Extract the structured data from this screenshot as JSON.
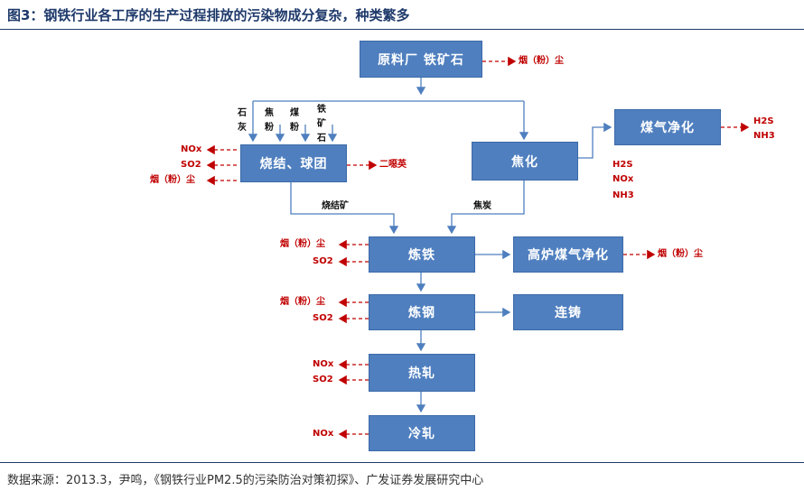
{
  "title": "图3：钢铁行业各工序的生产过程排放的污染物成分复杂，种类繁多",
  "source": "数据来源：2013.3，尹鸣，《钢铁行业PM2.5的污染防治对策初探》、广发证券发展研究中心",
  "nodes": {
    "raw_yard": "原料厂 铁矿石",
    "sintering": "烧结、球团",
    "coking": "焦化",
    "gas_purify": "煤气净化",
    "ironmaking": "炼铁",
    "bf_gas_purify": "高炉煤气净化",
    "steelmaking": "炼钢",
    "casting": "连铸",
    "hot_rolling": "热轧",
    "cold_rolling": "冷轧"
  },
  "inputs": {
    "limestone": "石灰",
    "coke_powder": "焦粉",
    "coal_powder": "煤粉",
    "iron_ore": "铁矿石"
  },
  "flow_labels": {
    "sinter_ore": "烧结矿",
    "coke": "焦炭"
  },
  "emissions": {
    "raw_yard": [
      "烟（粉）尘"
    ],
    "sintering_left": [
      "NOx",
      "SO2",
      "烟（粉）尘"
    ],
    "sintering_right": [
      "二噁英"
    ],
    "gas_purify": [
      "H2S",
      "NH3"
    ],
    "coking": [
      "H2S",
      "NOx",
      "NH3"
    ],
    "ironmaking": [
      "烟（粉）尘",
      "SO2"
    ],
    "bf_gas_purify": [
      "烟（粉）尘"
    ],
    "steelmaking": [
      "烟（粉）尘",
      "SO2"
    ],
    "hot_rolling": [
      "NOx",
      "SO2"
    ],
    "cold_rolling": [
      "NOx"
    ]
  },
  "colors": {
    "box": "#4f7fbf",
    "emission": "#c00000",
    "arrow": "#4f7fbf",
    "title": "#1f3a6b"
  }
}
